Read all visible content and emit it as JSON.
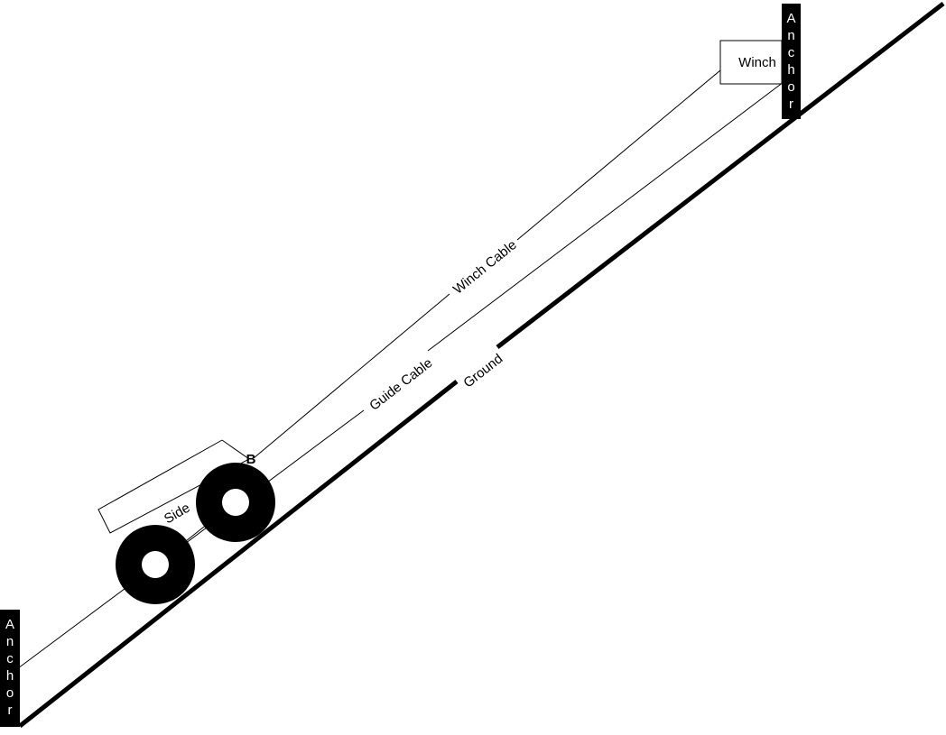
{
  "labels": {
    "winch": "Winch",
    "winch_cable": "Winch Cable",
    "guide_cable": "Guide Cable",
    "ground": "Ground",
    "side": "Side",
    "point_b": "B"
  },
  "anchors": {
    "top": [
      "A",
      "n",
      "c",
      "h",
      "o",
      "r"
    ],
    "bottom": [
      "A",
      "n",
      "c",
      "h",
      "o",
      "r"
    ]
  },
  "colors": {
    "ink": "#000000",
    "paper": "#ffffff"
  }
}
